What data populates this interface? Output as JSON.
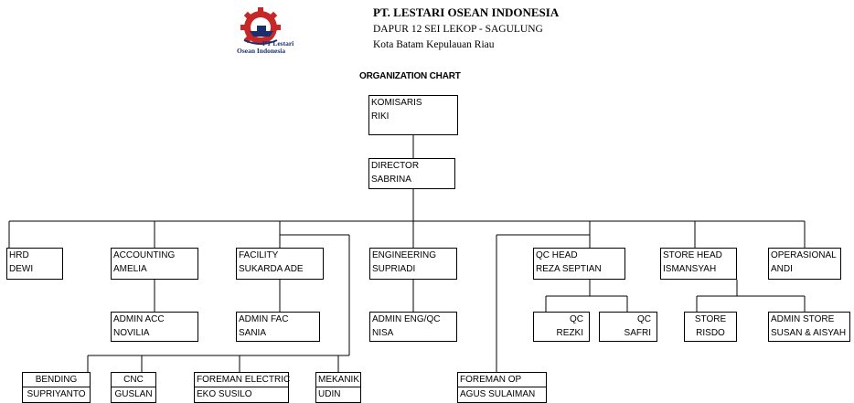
{
  "company": {
    "name": "PT. LESTARI  OSEAN INDONESIA",
    "address1": "DAPUR 12 SEI LEKOP - SAGULUNG",
    "address2": "Kota Batam Kepulauan Riau",
    "logo_text_1": "PT Lestari",
    "logo_text_2": "Osean Indonesia"
  },
  "chart_title": "ORGANIZATION CHART",
  "colors": {
    "line": "#000000",
    "logo_red": "#c62828",
    "logo_blue": "#1b2f6e"
  },
  "nodes": {
    "komisaris": {
      "title": "KOMISARIS",
      "name": "RIKI"
    },
    "director": {
      "title": "DIRECTOR",
      "name": "SABRINA"
    },
    "hrd": {
      "title": "HRD",
      "name": "DEWI"
    },
    "accounting": {
      "title": "ACCOUNTING",
      "name": "AMELIA"
    },
    "facility": {
      "title": "FACILITY",
      "name": "SUKARDA ADE"
    },
    "engineering": {
      "title": "ENGINEERING",
      "name": "SUPRIADI"
    },
    "qc_head": {
      "title": "QC HEAD",
      "name": "REZA SEPTIAN"
    },
    "store_head": {
      "title": "STORE HEAD",
      "name": "ISMANSYAH"
    },
    "operasional": {
      "title": "OPERASIONAL",
      "name": "ANDI"
    },
    "admin_acc": {
      "title": "ADMIN ACC",
      "name": "NOVILIA"
    },
    "admin_fac": {
      "title": "ADMIN FAC",
      "name": "SANIA"
    },
    "admin_eng": {
      "title": "ADMIN ENG/QC",
      "name": "NISA"
    },
    "qc_1": {
      "title": "QC",
      "name": "REZKI"
    },
    "qc_2": {
      "title": "QC",
      "name": "SAFRI"
    },
    "store": {
      "title": "STORE",
      "name": "RISDO"
    },
    "admin_store": {
      "title": "ADMIN STORE",
      "name": "SUSAN & AISYAH"
    },
    "bending": {
      "title": "BENDING",
      "name": "SUPRIYANTO"
    },
    "cnc": {
      "title": "CNC",
      "name": "GUSLAN"
    },
    "foreman_electric": {
      "title": "FOREMAN ELECTRIC",
      "name": "EKO SUSILO"
    },
    "mekanik": {
      "title": "MEKANIK",
      "name": "UDIN"
    },
    "foreman_op": {
      "title": "FOREMAN OP",
      "name": "AGUS SULAIMAN"
    }
  }
}
